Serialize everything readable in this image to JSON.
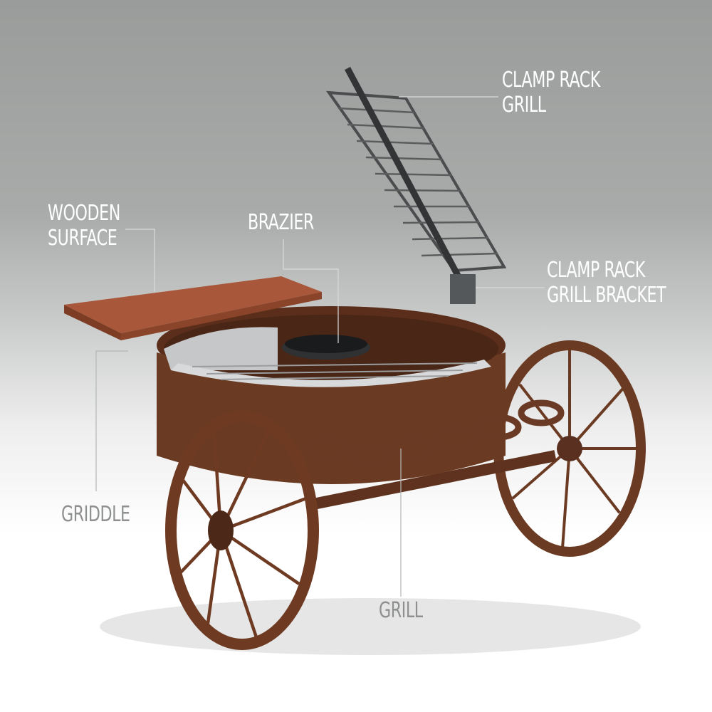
{
  "labels": {
    "clamp_rack_grill": "CLAMP RACK\nGRILL",
    "wooden_surface": "WOODEN\nSURFACE",
    "brazier": "BRAZIER",
    "clamp_rack_grill_bracket": "CLAMP RACK\nGRILL BRACKET",
    "griddle": "GRIDDLE",
    "grill": "GRILL"
  },
  "colors": {
    "rust": "#6b3a22",
    "wood": "#a9573a",
    "steel": "#c9cbcc",
    "label_light": "#ffffff",
    "label_dark": "#8e9090"
  }
}
